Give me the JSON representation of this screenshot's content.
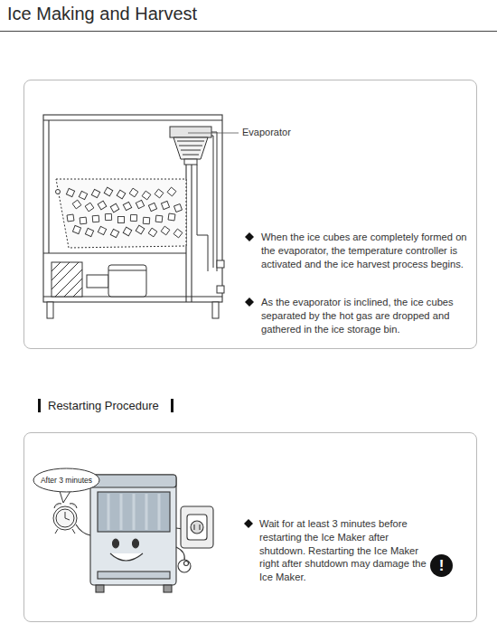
{
  "diagram": {
    "title": "Ice Making and Harvest",
    "nodes": [
      {
        "text": [
          "When the ice cubes are completely formed on the evaporator, the temperature controller is activated and the ice harvest process begins.",
          "As the evaporator is inclined, the ice cubes separated by the hot gas are dropped and gathered in the ice storage bin."
        ]
      },
      {
        "text": [
          "Wait for at least 3 minutes before restarting the Ice Maker after shutdown. Restarting the Ice Maker right after shutdown may damage the Ice Maker."
        ]
      },
      {
        "text": [
          "After 3 minutes"
        ],
        "in": 1
      },
      {
        "text": [
          "!"
        ],
        "in": 1
      }
    ],
    "labels": [
      "Evaporator",
      "Restarting Procedure"
    ]
  }
}
